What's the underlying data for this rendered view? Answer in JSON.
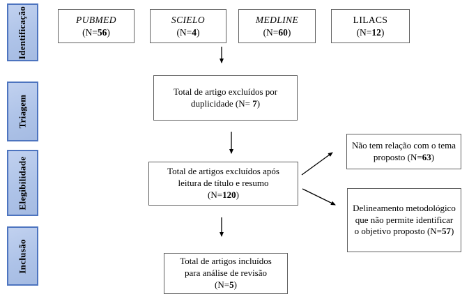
{
  "stages": [
    {
      "label": "Identificação"
    },
    {
      "label": "Triagem"
    },
    {
      "label": "Elegibilidade"
    },
    {
      "label": "Inclusão"
    }
  ],
  "sources": [
    {
      "name": "PUBMED",
      "n_prefix": "(N=",
      "n_value": "56",
      "n_suffix": ")"
    },
    {
      "name": "SCIELO",
      "n_prefix": "(N=",
      "n_value": "4",
      "n_suffix": ")"
    },
    {
      "name": "MEDLINE",
      "n_prefix": "(N=",
      "n_value": "60",
      "n_suffix": ")"
    },
    {
      "name": "LILACS",
      "n_prefix": "(N=",
      "n_value": "12",
      "n_suffix": ")"
    }
  ],
  "flow": {
    "duplicates": {
      "text": "Total de artigo excluídos por duplicidade ",
      "n_prefix": "(N= ",
      "n_value": "7",
      "n_suffix": ")"
    },
    "screening": {
      "line1": "Total de artigos excluídos após",
      "line2": "leitura de título e resumo",
      "n_prefix": "(N=",
      "n_value": "120",
      "n_suffix": ")"
    },
    "included": {
      "line1": "Total de artigos incluídos",
      "line2": "para análise de revisão",
      "n_prefix": "(N=",
      "n_value": "5",
      "n_suffix": ")"
    }
  },
  "exclusions": {
    "no_relation": {
      "text": "Não tem relação com o tema proposto ",
      "n_prefix": "(N=",
      "n_value": "63",
      "n_suffix": ")"
    },
    "methodology": {
      "text": "Delineamento metodológico que não permite identificar o objetivo proposto ",
      "n_prefix": "(N=",
      "n_value": "57",
      "n_suffix": ")"
    }
  },
  "colors": {
    "stage_fill": "#aec3e8",
    "stage_border": "#4d74bf",
    "box_border": "#5f5f5f",
    "arrow": "#000000"
  }
}
